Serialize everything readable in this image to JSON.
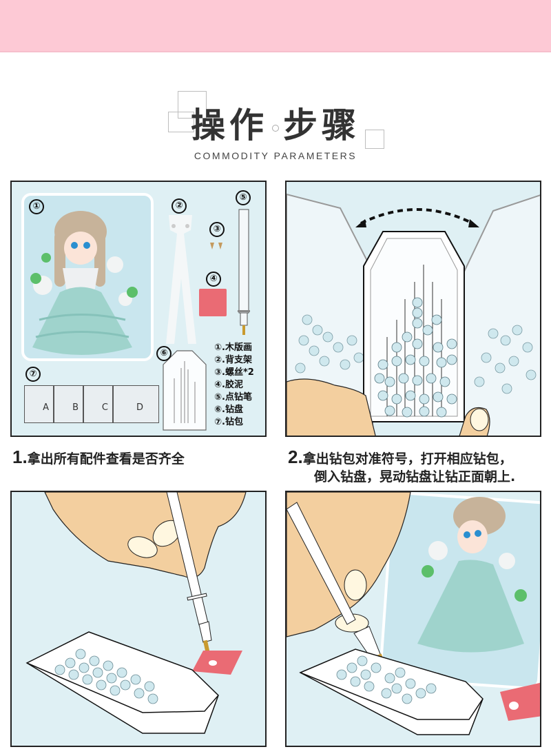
{
  "banner": {
    "color": "#fdc9d5"
  },
  "header": {
    "title_left": "操作",
    "title_right": "步骤",
    "subtitle": "COMMODITY PARAMETERS"
  },
  "steps": [
    {
      "number": "1.",
      "text": "拿出所有配件查看是否齐全",
      "components": {
        "markers": [
          "①",
          "②",
          "③",
          "④",
          "⑤",
          "⑥",
          "⑦"
        ],
        "legend": [
          "①.木版画",
          "②.背支架",
          "③.螺丝*2",
          "④.胶泥",
          "⑤.点钻笔",
          "⑥.钻盘",
          "⑦.钻包"
        ],
        "bags": [
          "A",
          "B",
          "C",
          "D"
        ]
      }
    },
    {
      "number": "2.",
      "text_line1": "拿出钻包对准符号，打开相应钻包，",
      "text_line2": "倒入钻盘，晃动钻盘让钻正面朝上."
    },
    {
      "illustration": "pen-dipping-into-putty"
    },
    {
      "illustration": "picking-diamond-from-tray"
    }
  ],
  "colors": {
    "panel_bg": "#dff0f4",
    "panel_border": "#222222",
    "putty": "#ea6b74",
    "skin": "#f3cf9f",
    "bead": "#cfe8ee",
    "dress": "#9fd3cc"
  }
}
